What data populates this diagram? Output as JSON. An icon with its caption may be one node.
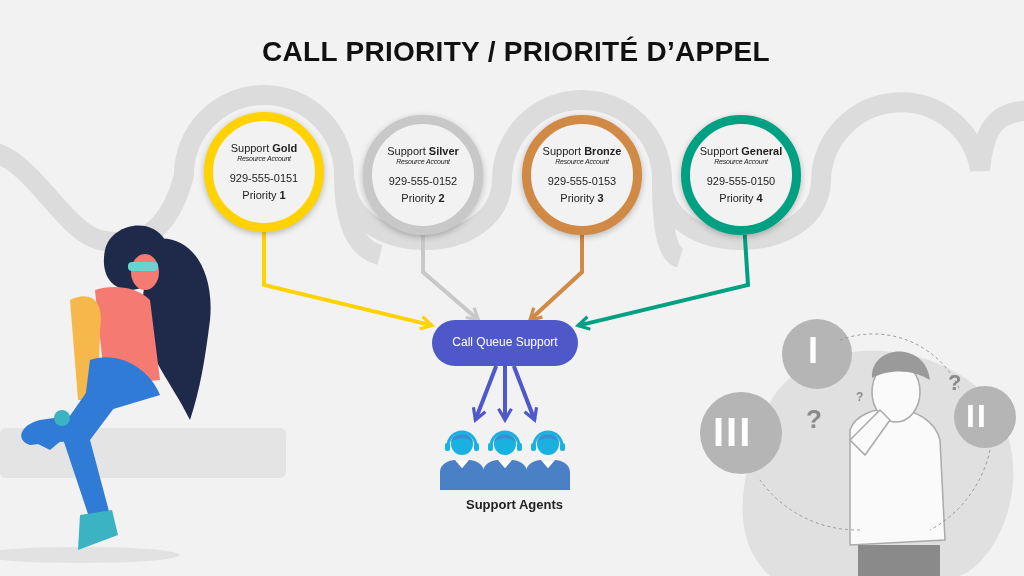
{
  "diagram": {
    "title": "CALL PRIORITY / PRIORITÉ D’APPEL",
    "nodes": [
      {
        "text": [
          "Support **Gold**",
          "Resource Account",
          "929-555-0151",
          "Priority **1**"
        ]
      },
      {
        "text": [
          "Support **Silver**",
          "Resource Account",
          "929-555-0152",
          "Priority **2**"
        ]
      },
      {
        "text": [
          "Support **Bronze**",
          "Resource Account",
          "929-555-0153",
          "Priority **3**"
        ]
      },
      {
        "text": [
          "Support **General**",
          "Resource Account",
          "929-555-0150",
          "Priority **4**"
        ]
      },
      {
        "text": [
          "Call Queue Support"
        ]
      },
      {
        "text": [],
        "shape": "person"
      },
      {
        "text": [],
        "shape": "person"
      },
      {
        "text": [],
        "shape": "person"
      }
    ],
    "edges": [
      {
        "from": 0,
        "to": 4,
        "arrow": "to",
        "color": "#ffd200"
      },
      {
        "from": 1,
        "to": 4,
        "arrow": "to",
        "color": "#c8c8c8"
      },
      {
        "from": 2,
        "to": 4,
        "arrow": "to",
        "color": "#d08a45"
      },
      {
        "from": 3,
        "to": 4,
        "arrow": "to",
        "color": "#00a082"
      },
      {
        "from": 4,
        "to": 5,
        "arrow": "to",
        "color": "#4f58c8"
      },
      {
        "from": 4,
        "to": 6,
        "arrow": "to",
        "color": "#4f58c8"
      },
      {
        "from": 4,
        "to": 7,
        "arrow": "to",
        "color": "#4f58c8"
      }
    ],
    "labels": [
      "I",
      "?",
      "?",
      "II",
      "?",
      "III",
      "Support Agents"
    ]
  }
}
